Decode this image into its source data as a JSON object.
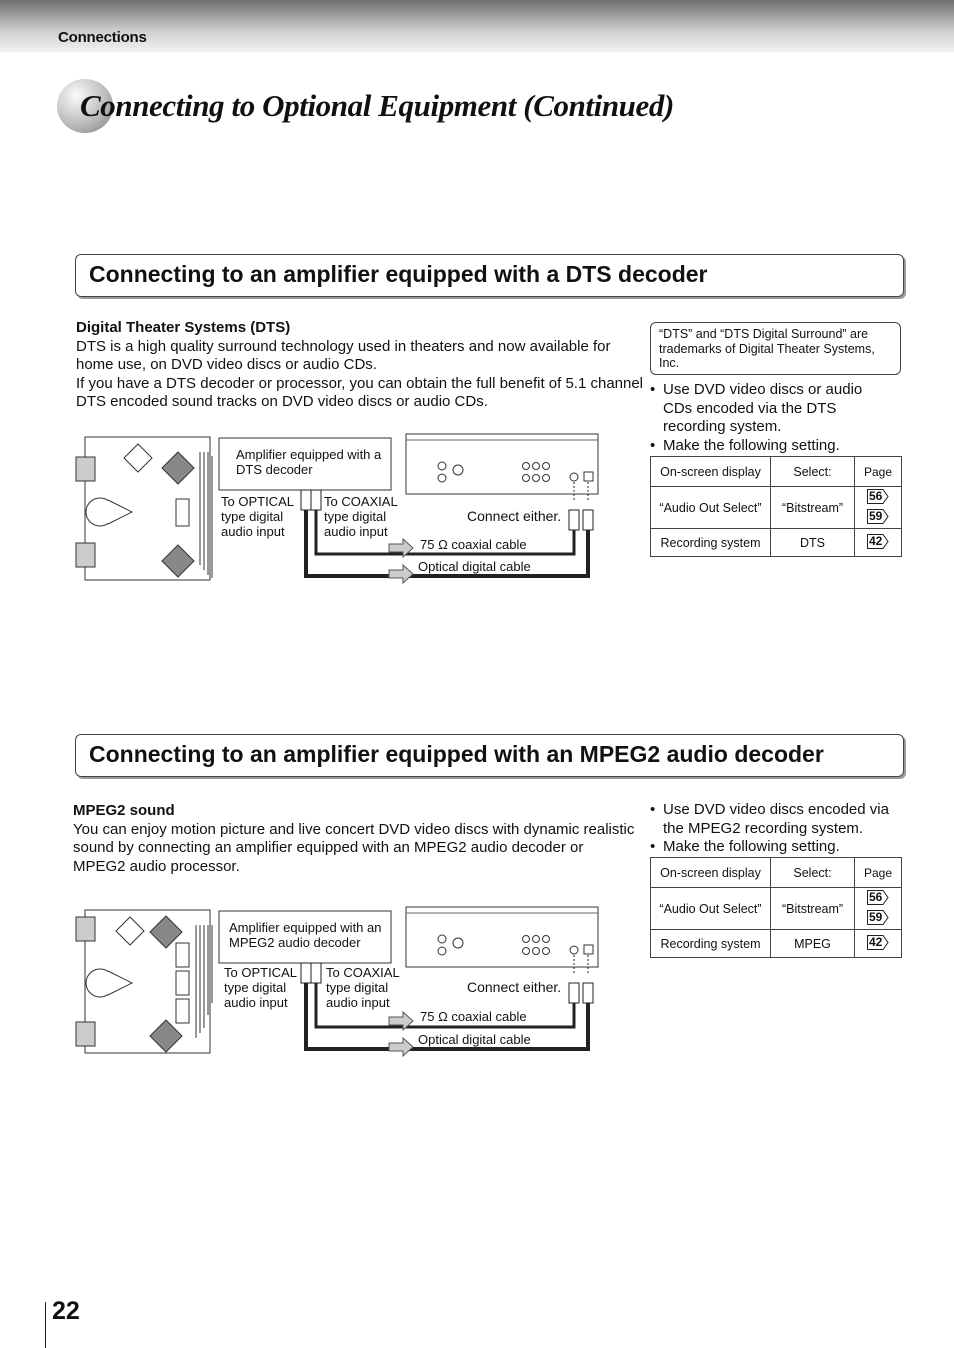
{
  "header": {
    "section": "Connections",
    "title": "Connecting to Optional Equipment (Continued)"
  },
  "dts": {
    "heading": "Connecting to an amplifier equipped with a DTS decoder",
    "subtitle": "Digital Theater Systems (DTS)",
    "body1": "DTS is a high quality surround technology used in theaters and now available for home use, on DVD video discs or audio CDs.",
    "body2": "If you have a DTS decoder or processor, you can obtain the full benefit of 5.1 channel DTS encoded sound tracks on DVD video discs or audio CDs.",
    "trademark": "“DTS” and “DTS Digital Surround” are trademarks of Digital Theater Systems, Inc.",
    "bullets": [
      "Use DVD video discs or audio CDs encoded via the DTS recording system.",
      "Make the following setting."
    ],
    "table": {
      "headers": [
        "On-screen display",
        "Select:",
        "Page"
      ],
      "rows": [
        {
          "display": "“Audio Out Select”",
          "select": "“Bitstream”",
          "pages": [
            "56",
            "59"
          ]
        },
        {
          "display": "Recording system",
          "select": "DTS",
          "pages": [
            "42"
          ]
        }
      ]
    },
    "diagram": {
      "amp": "Amplifier equipped with a DTS decoder",
      "optical_in": "To OPTICAL type digital audio input",
      "coaxial_in": "To COAXIAL type digital audio input",
      "either": "Connect either.",
      "coax_cable": "75 Ω coaxial cable",
      "optical_cable": "Optical digital cable"
    }
  },
  "mpeg": {
    "heading": "Connecting to an amplifier equipped with an MPEG2 audio decoder",
    "subtitle": "MPEG2 sound",
    "body1": "You can enjoy motion picture and live concert DVD video discs with dynamic realistic sound by connecting an amplifier equipped with an MPEG2 audio decoder or MPEG2 audio processor.",
    "bullets": [
      "Use DVD video discs encoded via the MPEG2 recording system.",
      "Make the following setting."
    ],
    "table": {
      "headers": [
        "On-screen display",
        "Select:",
        "Page"
      ],
      "rows": [
        {
          "display": "“Audio Out Select”",
          "select": "“Bitstream”",
          "pages": [
            "56",
            "59"
          ]
        },
        {
          "display": "Recording system",
          "select": "MPEG",
          "pages": [
            "42"
          ]
        }
      ]
    },
    "diagram": {
      "amp": "Amplifier equipped with an MPEG2 audio decoder",
      "optical_in": "To OPTICAL type digital audio input",
      "coaxial_in": "To COAXIAL type digital audio input",
      "either": "Connect either.",
      "coax_cable": "75 Ω coaxial cable",
      "optical_cable": "Optical digital cable"
    }
  },
  "page_number": "22"
}
